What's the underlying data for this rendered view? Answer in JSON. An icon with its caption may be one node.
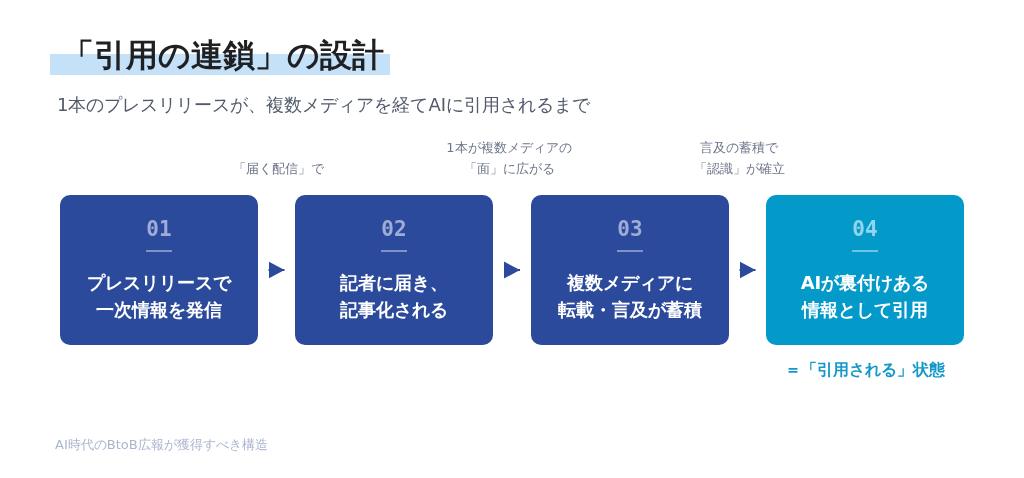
{
  "diagram": {
    "title": "「引用の連鎖」の設計",
    "nodes": [
      {
        "text": [
          "01",
          "プレスリリースで一次情報を発信"
        ]
      },
      {
        "text": [
          "02",
          "記者に届き、記事化される"
        ]
      },
      {
        "text": [
          "03",
          "複数メディアに転載・言及が蓄積"
        ]
      },
      {
        "text": [
          "04",
          "AIが裏付けある情報として引用"
        ],
        "beside": [
          "＝「引用される」状態"
        ]
      }
    ],
    "edges": [
      {
        "from": 0,
        "to": 1,
        "arrow": "to"
      },
      {
        "from": 1,
        "to": 2,
        "arrow": "to"
      },
      {
        "from": 2,
        "to": 3,
        "arrow": "to"
      }
    ],
    "labels": [
      "1本のプレスリリースが、複数メディアを経てAIに引用されるまで",
      "「届く配信」で",
      "1本が複数メディアの「面」に広がる",
      "言及の蓄積で「認識」が確立",
      "AI時代のBtoB広報が獲得すべき構造"
    ]
  }
}
